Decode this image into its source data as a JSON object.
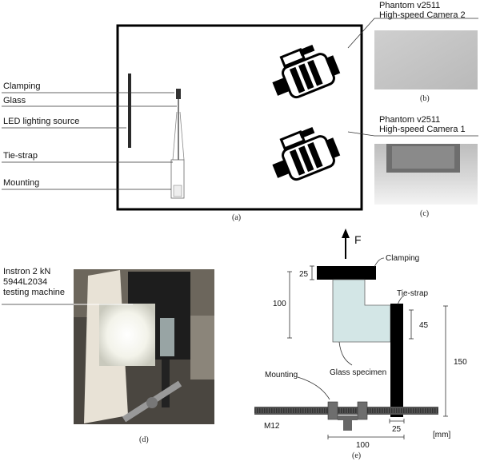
{
  "panel_a": {
    "labels": {
      "clamping": "Clamping",
      "glass": "Glass",
      "led": "LED lighting source",
      "tie_strap": "Tie-strap",
      "mounting": "Mounting"
    },
    "camera2_line1": "Phantom v2511",
    "camera2_line2": "High-speed Camera 2",
    "camera1_line1": "Phantom v2511",
    "camera1_line2": "High-speed Camera 1",
    "caption": "(a)"
  },
  "panel_b": {
    "caption": "(b)"
  },
  "panel_c": {
    "caption": "(c)"
  },
  "panel_d": {
    "label_line1": "Instron 2 kN",
    "label_line2": "5944L2034",
    "label_line3": "testing machine",
    "caption": "(d)"
  },
  "panel_e": {
    "force": "F",
    "clamping": "Clamping",
    "tie_strap": "Tie-strap",
    "glass_specimen": "Glass specimen",
    "mounting": "Mounting",
    "m12": "M12",
    "dim_25_top": "25",
    "dim_100_left": "100",
    "dim_45": "45",
    "dim_150": "150",
    "dim_25_bottom": "25",
    "dim_100_bottom": "100",
    "unit": "[mm]",
    "caption": "(e)"
  },
  "colors": {
    "glass_fill": "#d3e6e6",
    "frame": "#000000"
  }
}
